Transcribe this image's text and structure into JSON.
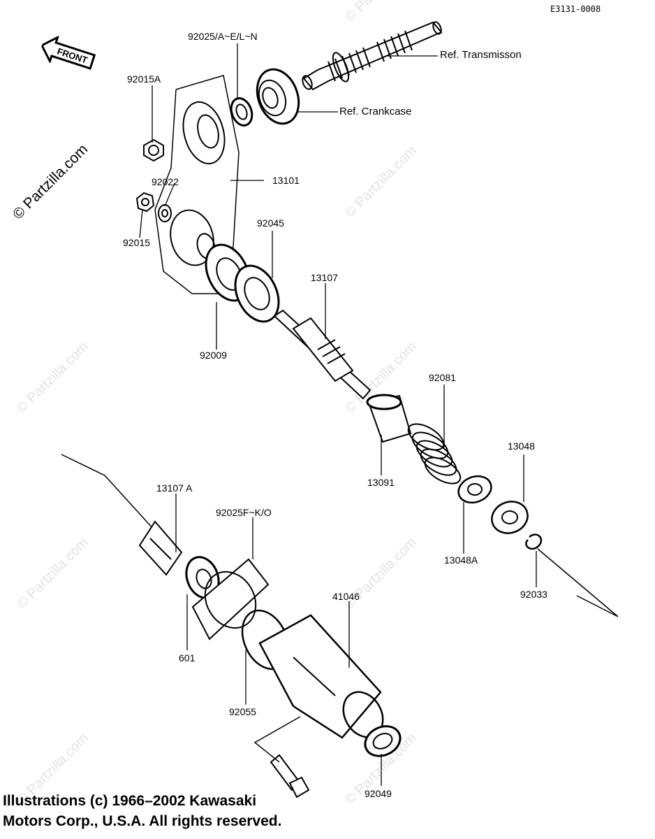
{
  "diagram_code": "E3131-0008",
  "front_label": "FRONT",
  "refs": {
    "transmission": "Ref. Transmisson",
    "crankcase": "Ref. Crankcase"
  },
  "parts": {
    "p92025_a": "92025/A~E/L~N",
    "p92015a": "92015A",
    "p13101": "13101",
    "p92022": "92022",
    "p92015": "92015",
    "p92045": "92045",
    "p13107": "13107",
    "p92009": "92009",
    "p92081": "92081",
    "p13091": "13091",
    "p13048": "13048",
    "p13048a": "13048A",
    "p92033": "92033",
    "p13107a": "13107 A",
    "p92025f": "92025F~K/O",
    "p41046": "41046",
    "p601": "601",
    "p92055": "92055",
    "p92049": "92049"
  },
  "watermark": "© Partzilla.com",
  "copyright": {
    "line1": "Illustrations (c) 1966–2002 Kawasaki",
    "line2": "Motors Corp., U.S.A.  All rights reserved."
  }
}
